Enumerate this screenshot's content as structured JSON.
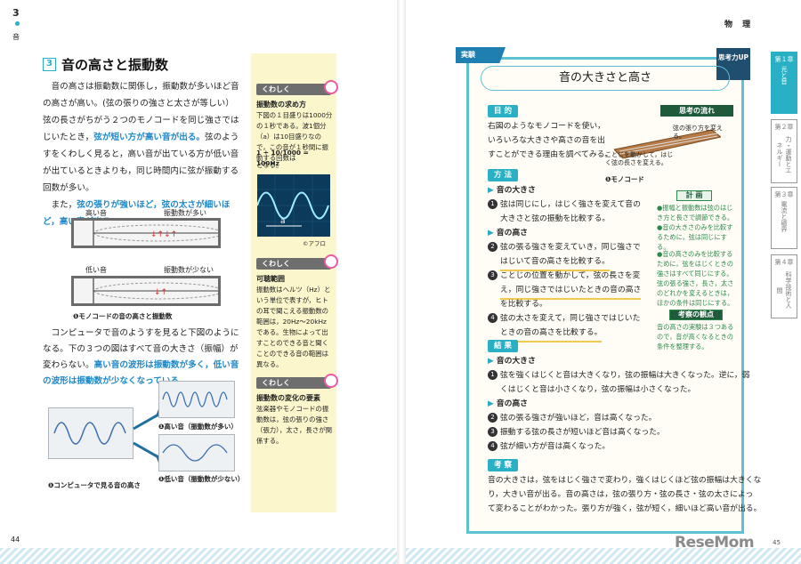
{
  "left": {
    "chapter_no": "3",
    "chapter_label": "音",
    "section_num": "3",
    "section_title": "音の高さと振動数",
    "para1": "音の高さは振動数に関係し，振動数が多いほど音の高さが高い。(弦の張りの強さと太さが等しい）弦の長さがちがう２つのモノコードを同じ強さではじいたとき，",
    "para1_hl": "弦が短い方が高い音が出る。",
    "para1_b": "弦のようすをくわしく見ると，高い音が出ている方が低い音が出ているときよりも，同じ時間内に弦が振動する回数が多い。",
    "para2_a": "また，",
    "para2_hl1": "弦の張りが強いほど，弦の太さが細いほど，高い音が出る。",
    "fig1": {
      "high": "高い音",
      "many": "振動数が多い",
      "low": "低い音",
      "few": "振動数が少ない",
      "caption": "❶モノコードの音の高さと振動数"
    },
    "para3": "コンピュータで音のようすを見ると下図のようになる。下の３つの図はすべて音の大きさ（振幅）が変わらない。",
    "para3_hl": "高い音の波形は振動数が多く，低い音の波形は振動数が少なくなっている。",
    "fig2": {
      "high_cap": "❶高い音（振動数が多い）",
      "low_cap": "❶低い音（振動数が少ない）",
      "caption": "❶コンピュータで見る音の高さ"
    },
    "page_no": "44"
  },
  "sidebar": {
    "kw1": "くわしく",
    "h1": "振動数の求め方",
    "t1": "下図の１目盛りは1000分の１秒である。波1個分（a）は10目盛りなので，この音が１秒間に振動する回数は",
    "formula": "1 ÷ 10/1000 = 100Hz",
    "t1b": "となる。",
    "credit": "©アフロ",
    "osc_label": "a",
    "kw2": "くわしく",
    "h2": "可聴範囲",
    "t2": "振動数はヘルツ（Hz）という単位で表すが，ヒトの耳で聞こえる振動数の範囲は，20Hz～20kHzである。生物によって出すことのできる音と聞くことのできる音の範囲は異なる。",
    "kw3": "くわしく",
    "h3": "振動数の変化の要素",
    "t3": "弦楽器やモノコードの振動数は，弦の張りの強さ（張力），太さ，長さが関係する。"
  },
  "right": {
    "subject": "物 理",
    "tag": "実験",
    "badge": "思考力UP",
    "title": "音の大きさと高さ",
    "purpose_h": "目 的",
    "purpose": [
      "右図のようなモノコードを使い，",
      "いろいろな大きさや高さの音を出",
      "すことができる理由を調べてみる。"
    ],
    "method_h": "方 法",
    "vol_h": "音の大きさ",
    "m1": [
      "弦は同じにし，はじく強さを変えて音の",
      "大きさと弦の振動を比較する。"
    ],
    "pitch_h": "音の高さ",
    "m2": [
      "弦の張る強さを変えていき，同じ強さで",
      "はじいて音の高さを比較する。"
    ],
    "m3": [
      "ことじの位置を動かして，弦の長さを変",
      "え，同じ強さではじいたときの音の高さ",
      "を比較する。"
    ],
    "m4": [
      "弦の太さを変えて，同じ強さではじいた",
      "ときの音の高さを比較する。"
    ],
    "result_h": "結 果",
    "r_vol_h": "音の大きさ",
    "r1": [
      "弦を強くはじくと音は大きくなり，弦の振幅は大きくなった。逆に，弱",
      "くはじくと音は小さくなり，弦の振幅は小さくなった。"
    ],
    "r_pitch_h": "音の高さ",
    "r2": "弦の張る強さが強いほど，音は高くなった。",
    "r3": "振動する弦の長さが短いほど音は高くなった。",
    "r4": "弦が細い方が音は高くなった。",
    "consider_h": "考 察",
    "c": [
      "音の大きさは，弦をはじく強さで変わり，強くはじくほど弦の振幅は大きくな",
      "り，大きい音が出る。音の高さは，弦の張り方・弦の長さ・弦の太さによっ",
      "て変わることがわかった。張り方が強く，弦が短く，細いほど高い音が出る。"
    ],
    "flow_h": "思考の流れ",
    "mono_label1": "弦の張り方を変える。",
    "mono_label2": "ことじを動かして，はじく弦の長さを変える。",
    "mono_cap": "❶モノコード",
    "plan_h": "計 画",
    "plan": [
      "●振幅と振動数は弦のはじき方と長さで調節できる。",
      "●音の大きさのみを比較するために，弦は同じにする。",
      "●音の高さのみを比較するために，弦をはじくときの強さはすべて同じにする。弦の張る強さ，長さ，太さのどれかを変えるときは，ほかの条件は同じにする。"
    ],
    "view_h": "考察の観点",
    "view": "音の高さの実験は３つあるので，音が高くなるときの条件を整理する。",
    "tabs": [
      {
        "num": "第１章",
        "label": "光と音"
      },
      {
        "num": "第２章",
        "label": "力・運動とエネルギー"
      },
      {
        "num": "第３章",
        "label": "電流と磁界"
      },
      {
        "num": "第４章",
        "label": "科学技術と人間"
      }
    ],
    "page_no": "45",
    "watermark": "ReseMom"
  },
  "colors": {
    "accent": "#2ab0c5",
    "highlight": "#1f88c8",
    "sidebar": "#fbf6cc",
    "green": "#2b8a4a"
  }
}
